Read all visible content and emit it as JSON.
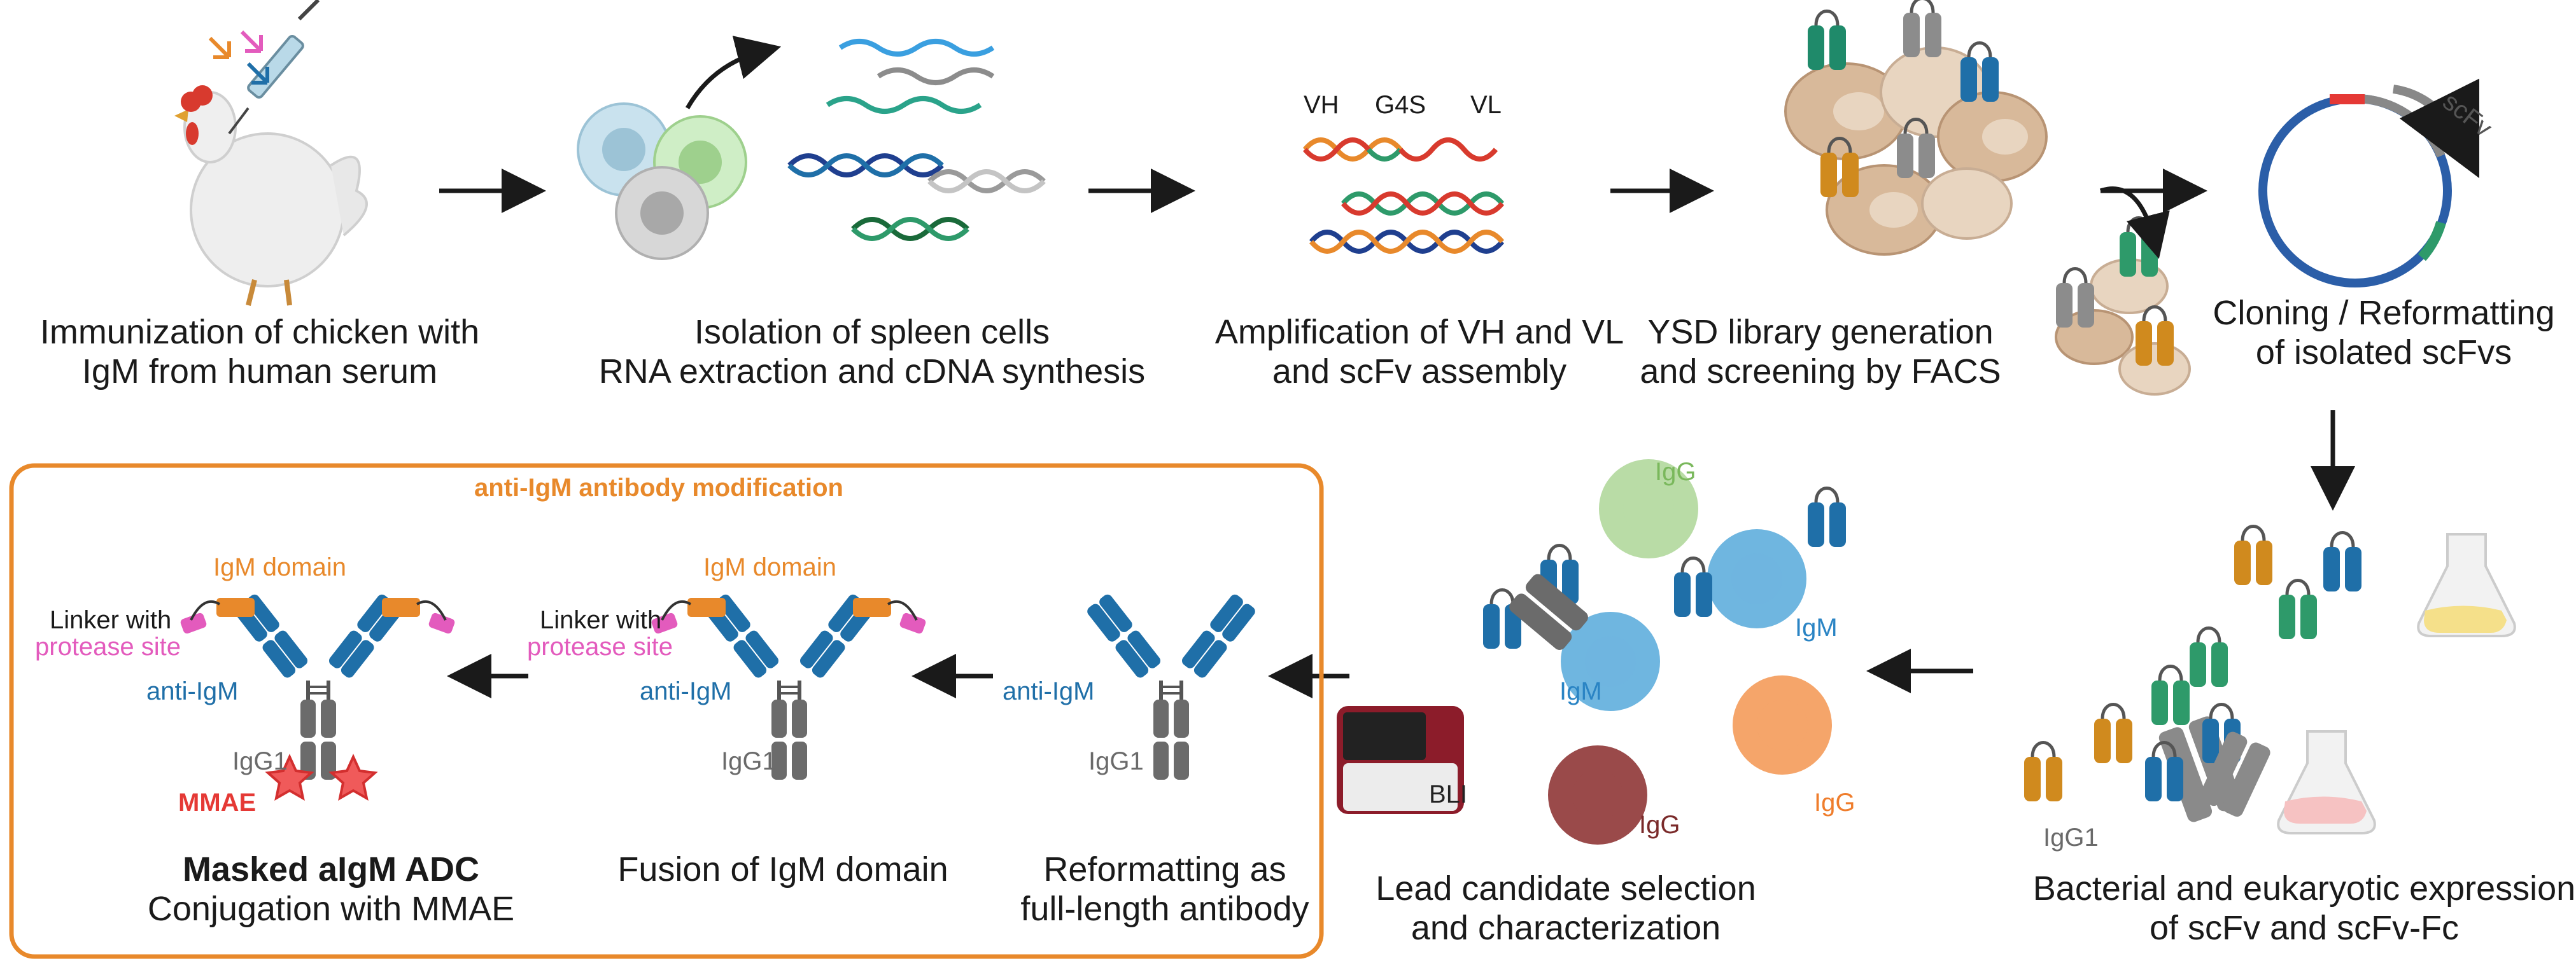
{
  "steps": {
    "immunization": {
      "line1": "Immunization of chicken with",
      "line2": "IgM from human serum"
    },
    "isolation": {
      "line1": "Isolation of spleen cells",
      "line2": "RNA extraction and cDNA synthesis"
    },
    "amplification": {
      "line1": "Amplification of VH and VL",
      "line2": "and scFv assembly"
    },
    "ysd": {
      "line1": "YSD library generation",
      "line2": "and screening by FACS"
    },
    "cloning": {
      "line1": "Cloning / Reformatting",
      "line2": "of isolated scFvs"
    },
    "expression": {
      "line1": "Bacterial and eukaryotic expression",
      "line2": "of scFv and scFv-Fc"
    },
    "lead": {
      "line1": "Lead candidate selection",
      "line2": "and characterization"
    },
    "reformatting": {
      "line1": "Reformatting as",
      "line2": "full-length antibody"
    },
    "fusion": {
      "line1": "Fusion of IgM domain"
    },
    "adc": {
      "line1": "Masked aIgM ADC",
      "line2": "Conjugation with MMAE"
    }
  },
  "labels": {
    "vh": "VH",
    "g4s": "G4S",
    "vl": "VL",
    "scfv": "scFv",
    "igg1": "IgG1",
    "bli": "BLI",
    "igg": "IgG",
    "igm": "IgM",
    "anti_igm": "anti-IgM",
    "igm_domain": "IgM domain",
    "linker_with": "Linker with",
    "protease_site": "protease site",
    "mmae": "MMAE"
  },
  "modification_box": {
    "title": "anti-IgM antibody modification"
  },
  "colors": {
    "orange": "#e8892b",
    "blue": "#1f6fa8",
    "magenta": "#e35bbd",
    "red": "#e53935",
    "grey": "#6a6a6a",
    "green": "#2e9a6a",
    "gold": "#d08a1e",
    "igg_green": "#7ab85c",
    "igg_orange": "#ef7d2c",
    "igg_maroon": "#7a2a2a",
    "igm_blue": "#2a84c4"
  },
  "icons": [
    "chicken-icon",
    "syringe-icon",
    "spleen-cells-icon",
    "dna-strands-icon",
    "yeast-cells-icon",
    "plasmid-icon",
    "flask-icon",
    "bli-instrument-icon",
    "antibody-icon",
    "star-icon"
  ]
}
